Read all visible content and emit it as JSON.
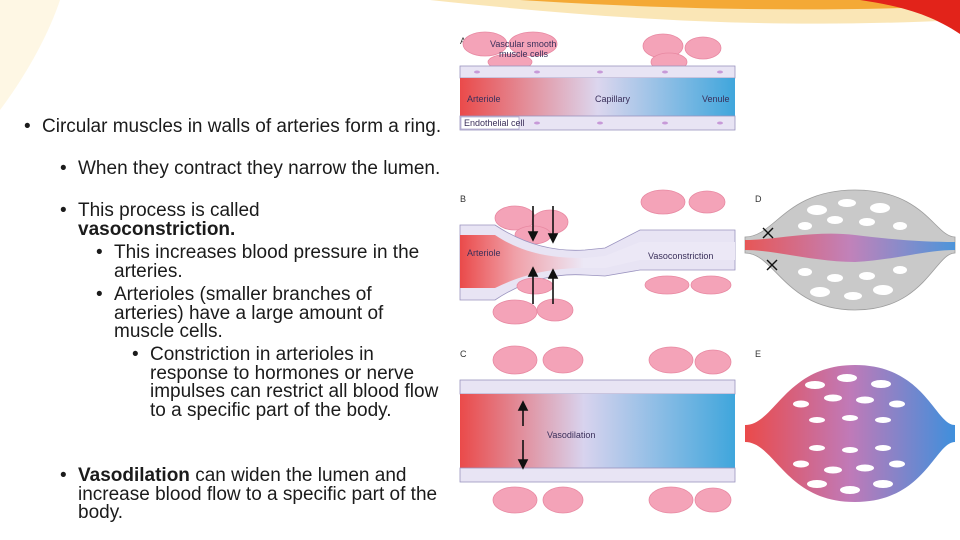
{
  "colors": {
    "accent_top": "#e2231a",
    "accent_orange": "#f39a16",
    "accent_yellow": "#f7d232",
    "artery_red": "#ea4a4a",
    "vein_blue": "#3fa6dc",
    "muscle_pink": "#f4a3b8",
    "endothelial": "#e8e4f4"
  },
  "bullets": [
    {
      "level": 1,
      "text": "Circular muscles in walls of arteries form a ring."
    },
    {
      "level": 2,
      "text": "When they contract they narrow the lumen."
    },
    {
      "level": 2,
      "text_prefix": "This process is called ",
      "text_bold": "vasoconstriction."
    },
    {
      "level": 3,
      "text": "This increases  blood pressure in the arteries."
    },
    {
      "level": 3,
      "text": "Arterioles (smaller branches of arteries) have a large amount of muscle cells."
    },
    {
      "level": 4,
      "text": "Constriction in arterioles in response to hormones or nerve impulses  can restrict all blood flow to a  specific part of the body."
    },
    {
      "level": 2,
      "text_bold": "Vasodilation",
      "text_suffix": " can widen the lumen and increase blood flow to a specific part of the body."
    }
  ],
  "figure": {
    "panel_a": {
      "letter": "A",
      "smooth_muscle": "Vascular smooth muscle cells",
      "arteriole": "Arteriole",
      "capillary": "Capillary",
      "venule": "Venule",
      "endothelial": "Endothelial cell"
    },
    "panel_b": {
      "letter": "B",
      "arteriole": "Arteriole",
      "label": "Vasoconstriction"
    },
    "panel_c": {
      "letter": "C",
      "label": "Vasodilation"
    },
    "panel_d": {
      "letter": "D"
    },
    "panel_e": {
      "letter": "E"
    }
  }
}
